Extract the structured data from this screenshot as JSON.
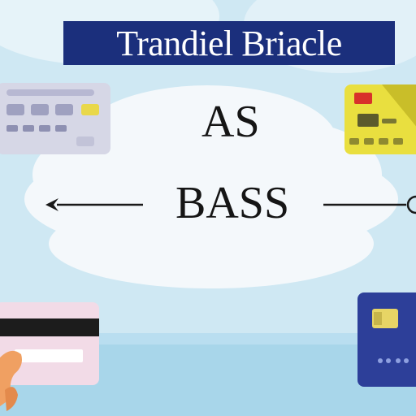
{
  "title": {
    "text": "Trandiel Briacle"
  },
  "words": [
    "AS",
    "BASS"
  ],
  "icons": {
    "left_arrow": "arrow-left-icon",
    "right_arrow": "arrow-right-icon",
    "cards": [
      "credit-card-gray-icon",
      "credit-card-yellow-icon",
      "credit-card-pink-icon",
      "credit-card-blue-icon"
    ],
    "hand": "hand-icon",
    "cloud": "cloud-icon"
  },
  "colors": {
    "sky": "#cfe8f3",
    "banner": "#1b2f7c",
    "card_gray": "#d6d7e6",
    "card_yellow": "#e9df3f",
    "card_pink": "#f2dbe7",
    "card_blue": "#2d3f99",
    "floor": "#a8d6ea"
  }
}
